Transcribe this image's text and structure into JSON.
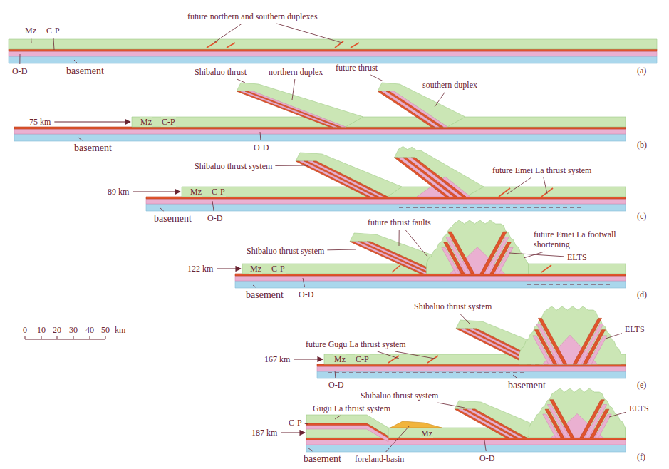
{
  "diagram": {
    "labels": [
      "future northern and southern duplexes",
      "Mz",
      "C-P",
      "O-D",
      "basement",
      "(a)",
      "Shibaluo thrust",
      "northern duplex",
      "future thrust",
      "southern duplex",
      "75 km",
      "Mz",
      "C-P",
      "basement",
      "O-D",
      "(b)",
      "Shibaluo thrust system",
      "future Emei La thrust system",
      "89 km",
      "Mz",
      "C-P",
      "basement",
      "O-D",
      "(c)",
      "future thrust faults",
      "future Emei La footwall shortening",
      "Shibaluo thrust system",
      "ELTS",
      "122 km",
      "Mz",
      "C-P",
      "basement",
      "O-D",
      "(d)",
      "0",
      "10",
      "20",
      "30",
      "40",
      "50",
      "km",
      "Shibaluo thrust system",
      "ELTS",
      "future Gugu La thrust system",
      "167 km",
      "Mz",
      "C-P",
      "O-D",
      "basement",
      "(e)",
      "Shibaluo thrust system",
      "Gugu La thrust system",
      "ELTS",
      "C-P",
      "187 km",
      "Mz",
      "basement",
      "foreland-basin",
      "O-D",
      "(f)"
    ]
  }
}
